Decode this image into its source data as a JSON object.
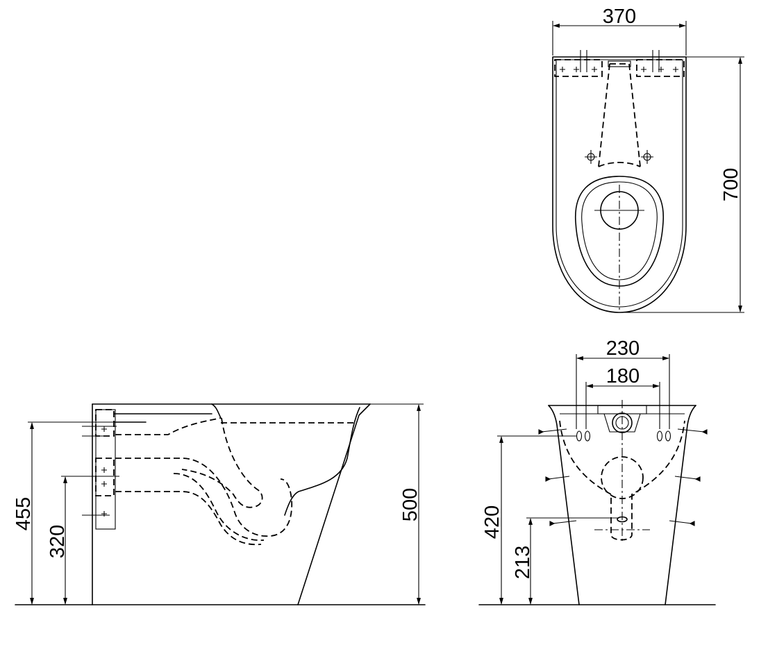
{
  "dimensions": {
    "top_width": "370",
    "top_length": "700",
    "front_outer": "230",
    "front_inner": "180",
    "front_height_upper": "420",
    "front_height_lower": "213",
    "side_height_total": "500",
    "side_height_upper": "455",
    "side_height_lower": "320"
  }
}
